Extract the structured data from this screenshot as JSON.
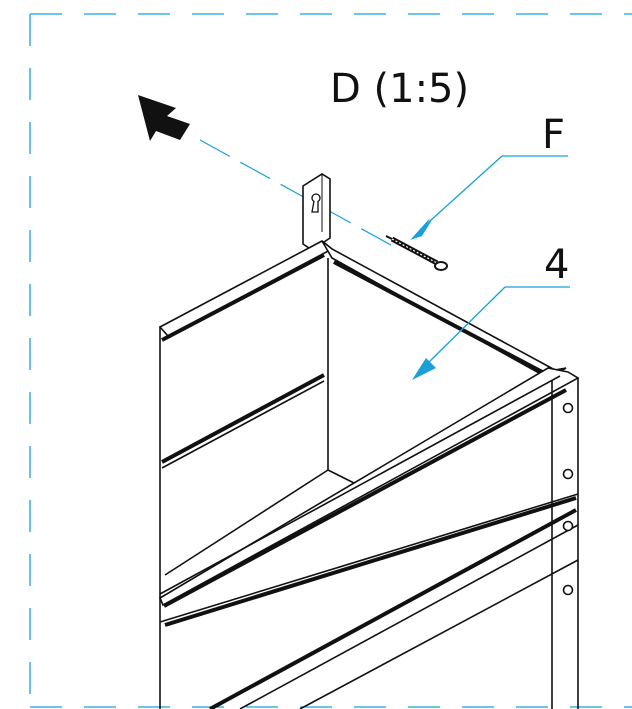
{
  "detail": {
    "title": "D (1:5)"
  },
  "callouts": [
    {
      "id": "F",
      "label": "F",
      "part": "screw"
    },
    {
      "id": "4",
      "label": "4",
      "part": "box"
    }
  ],
  "colors": {
    "leader": "#1aa0d8",
    "border": "#1aa0d8",
    "line": "#111111",
    "background": "#ffffff"
  },
  "icons": {
    "direction_arrow": "arrow-up-left-icon"
  }
}
